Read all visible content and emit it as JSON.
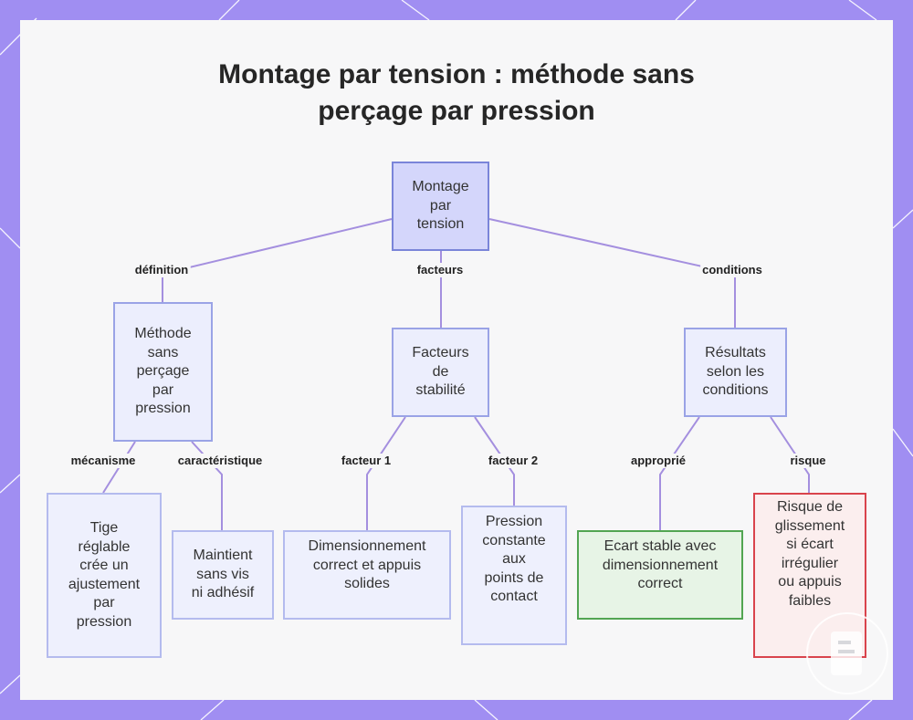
{
  "title": [
    "Montage par tension : méthode sans",
    "perçage par pression"
  ],
  "colors": {
    "frame": "#a08ef2",
    "edge": "#a48fdf",
    "root_fill": "#d4d6fb",
    "node_fill": "#eef0fd",
    "green_border": "#52a552",
    "red_border": "#d9434c"
  },
  "nodes": {
    "root": [
      "Montage",
      "par",
      "tension"
    ],
    "methode": [
      "Méthode",
      "sans",
      "perçage",
      "par",
      "pression"
    ],
    "facteurs": [
      "Facteurs",
      "de",
      "stabilité"
    ],
    "resultats": [
      "Résultats",
      "selon les",
      "conditions"
    ],
    "tige": [
      "Tige",
      "réglable",
      "crée un",
      "ajustement",
      "par",
      "pression"
    ],
    "maintient": [
      "Maintient",
      "sans vis",
      "ni adhésif"
    ],
    "dimensionnement": [
      "Dimensionnement",
      "correct et appuis",
      "solides"
    ],
    "pression": [
      "Pression",
      "constante",
      "aux",
      "points de",
      "contact"
    ],
    "ecart": [
      "Ecart stable avec",
      "dimensionnement",
      "correct"
    ],
    "risque": [
      "Risque de",
      "glissement",
      "si écart",
      "irrégulier",
      "ou appuis",
      "faibles"
    ]
  },
  "edges": {
    "definition": "définition",
    "facteurs": "facteurs",
    "conditions": "conditions",
    "mecanisme": "mécanisme",
    "caracteristique": "caractéristique",
    "facteur1": "facteur 1",
    "facteur2": "facteur 2",
    "approprie": "approprié",
    "risque": "risque"
  }
}
